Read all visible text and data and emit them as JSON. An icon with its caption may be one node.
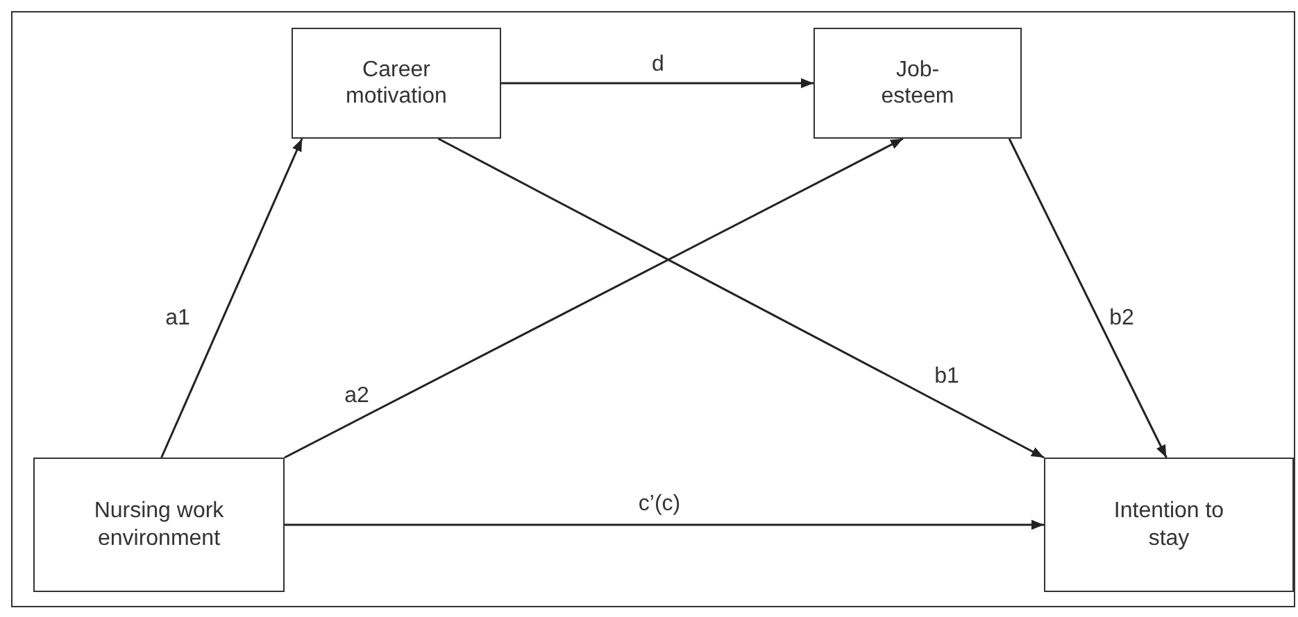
{
  "diagram": {
    "nodes": [
      {
        "text": [
          "Career motivation"
        ]
      },
      {
        "text": [
          "Job- esteem"
        ]
      },
      {
        "text": [
          "Nursing work environment"
        ]
      },
      {
        "text": [
          "Intention to stay"
        ]
      }
    ],
    "edges": [
      {
        "from": 2,
        "to": 0,
        "arrow": "to",
        "label": "a1"
      },
      {
        "from": 2,
        "to": 1,
        "arrow": "to",
        "label": "a2"
      },
      {
        "from": 0,
        "to": 1,
        "arrow": "to",
        "label": "d"
      },
      {
        "from": 0,
        "to": 3,
        "arrow": "to",
        "label": "b1"
      },
      {
        "from": 1,
        "to": 3,
        "arrow": "to",
        "label": "b2"
      },
      {
        "from": 2,
        "to": 3,
        "arrow": "to",
        "label": "c’(c)"
      }
    ]
  }
}
